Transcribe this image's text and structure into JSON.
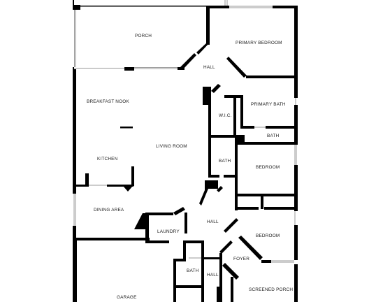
{
  "rooms": {
    "porch": "PORCH",
    "primary_bedroom": "PRIMARY BEDROOM",
    "hall_top": "HALL",
    "breakfast_nook": "BREAKFAST NOOK",
    "primary_bath": "PRIMARY BATH",
    "wic": "W.I.C.",
    "bath_upper": "BATH",
    "living_room": "LIVING ROOM",
    "kitchen": "KITCHEN",
    "bath_mid": "BATH",
    "bedroom_upper": "BEDROOM",
    "dining_area": "DINING AREA",
    "hall_mid": "HALL",
    "laundry": "LAUNDRY",
    "bedroom_lower": "BEDROOM",
    "foyer": "FOYER",
    "bath_lower": "BATH",
    "hall_lower": "HALL",
    "garage": "GARAGE",
    "screened_porch": "SCREENED PORCH"
  },
  "colors": {
    "wall": "#000000",
    "window": "#9a9a9a",
    "background": "#ffffff"
  }
}
